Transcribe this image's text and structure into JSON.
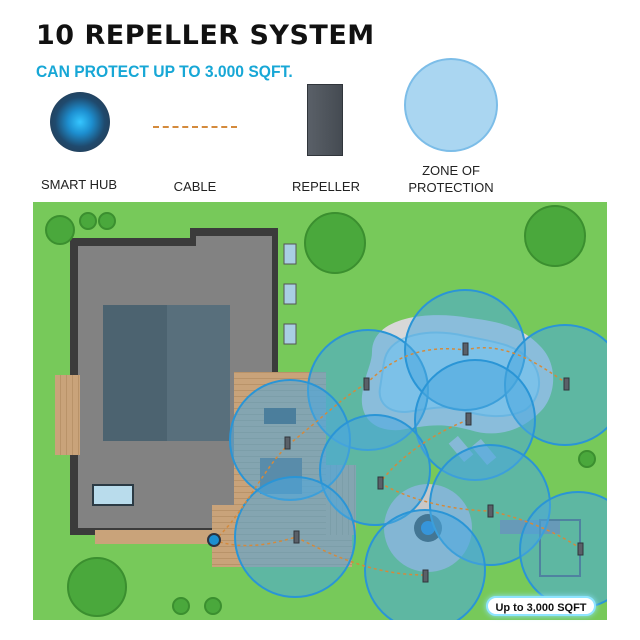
{
  "header": {
    "title": "10 REPELLER SYSTEM",
    "subtitle": "CAN PROTECT UP TO 3.000 SQFT."
  },
  "legend": {
    "hub_label": "SMART HUB",
    "cable_label": "CABLE",
    "repeller_label": "REPELLER",
    "zone_label_line1": "ZONE OF",
    "zone_label_line2": "PROTECTION",
    "hub_icon": "hub-icon",
    "cable_icon": "cable-icon",
    "repeller_icon": "repeller-icon",
    "zone_icon": "zone-icon"
  },
  "map": {
    "badge_text": "Up to 3,000 SQFT",
    "repeller_count": 10
  },
  "colors": {
    "brand_blue": "#17a7d6",
    "lawn": "#77c95a",
    "zone_fill": "#4aa8df",
    "zone_stroke": "#2a95d6",
    "cable": "#d48a3c",
    "roof": "#7f7f7f",
    "roof_panel": "#4e6470",
    "pool": "#bfe2f5"
  }
}
